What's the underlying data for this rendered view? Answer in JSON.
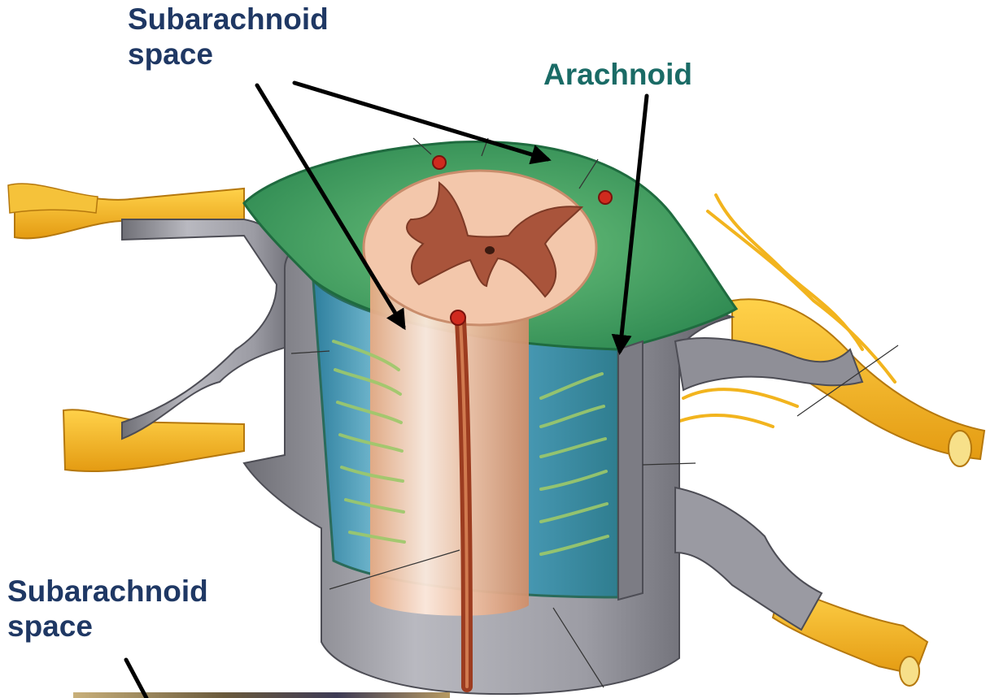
{
  "labels": {
    "subarachnoid_top": {
      "line1": "Subarachnoid",
      "line2": "space"
    },
    "arachnoid": "Arachnoid",
    "subarachnoid_bottom": {
      "line1": "Subarachnoid",
      "line2": "space"
    }
  },
  "colors": {
    "label_blue": "#1f3864",
    "label_teal": "#1a6b66",
    "nerve_yellow": "#f2b41e",
    "meninges_green": "#3fa35b",
    "dura_gray": "#8e8e94",
    "cord_pink": "#f0c2a6",
    "grey_matter": "#a0523a",
    "vessel_red": "#c0201a"
  }
}
